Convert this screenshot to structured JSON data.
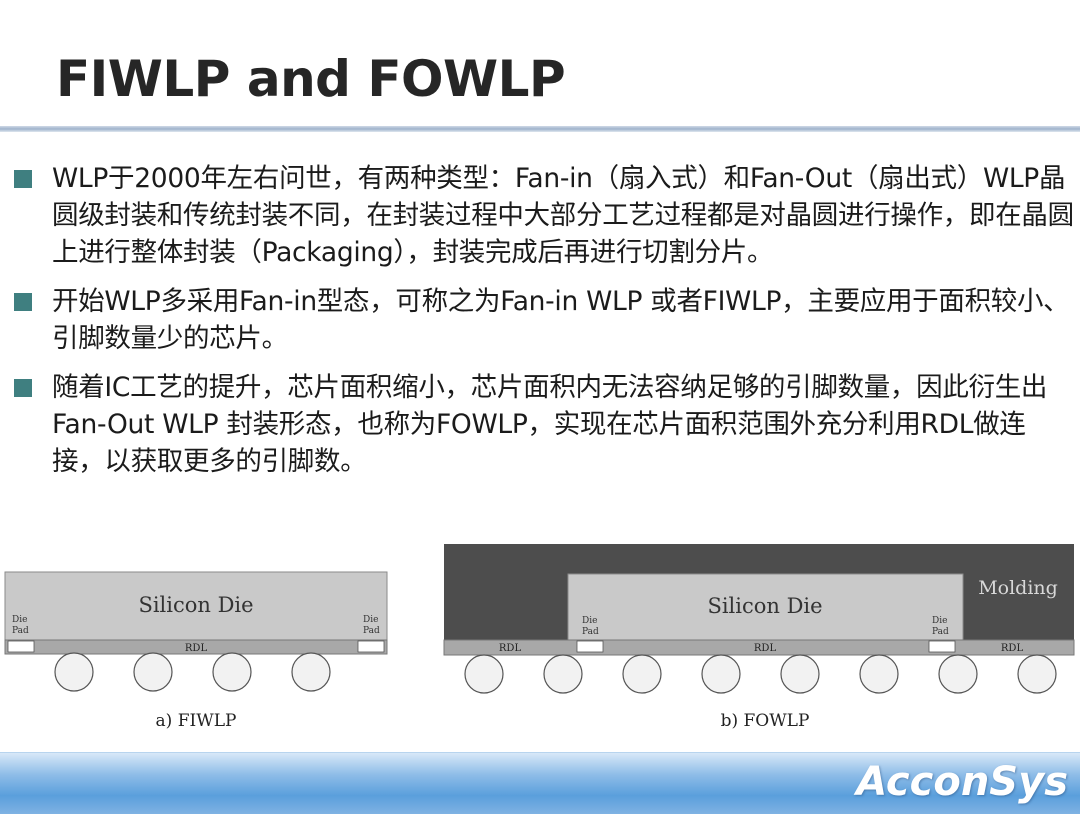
{
  "slide": {
    "title": "FIWLP and FOWLP"
  },
  "bullets": [
    "WLP于2000年左右问世，有两种类型：Fan-in（扇入式）和Fan-Out（扇出式）WLP晶圆级封装和传统封装不同，在封装过程中大部分工艺过程都是对晶圆进行操作，即在晶圆上进行整体封装（Packaging），封装完成后再进行切割分片。",
    "开始WLP多采用Fan-in型态，可称之为Fan-in WLP 或者FIWLP，主要应用于面积较小、引脚数量少的芯片。",
    "随着IC工艺的提升，芯片面积缩小，芯片面积内无法容纳足够的引脚数量，因此衍生出Fan-Out WLP 封装形态，也称为FOWLP，实现在芯片面积范围外充分利用RDL做连接，以获取更多的引脚数。"
  ],
  "diagram_a": {
    "die_label": "Silicon Die",
    "pad_left": [
      "Die",
      "Pad"
    ],
    "pad_right": [
      "Die",
      "Pad"
    ],
    "rdl_label": "RDL",
    "caption": "a)  FIWLP",
    "ball_count": 4
  },
  "diagram_b": {
    "molding_label": "Molding",
    "die_label": "Silicon Die",
    "pad_left": [
      "Die",
      "Pad"
    ],
    "pad_right": [
      "Die",
      "Pad"
    ],
    "rdl_left": "RDL",
    "rdl_center": "RDL",
    "rdl_right": "RDL",
    "caption": "b)  FOWLP",
    "ball_count": 8
  },
  "footer": {
    "logo": "AcconSys"
  },
  "colors": {
    "bullet_marker": "#3f7f80",
    "die_fill": "#c9c9c9",
    "rdl_fill": "#a8a8a8",
    "molding_fill": "#4d4d4d",
    "footer_blue": "#5a9fdc"
  }
}
